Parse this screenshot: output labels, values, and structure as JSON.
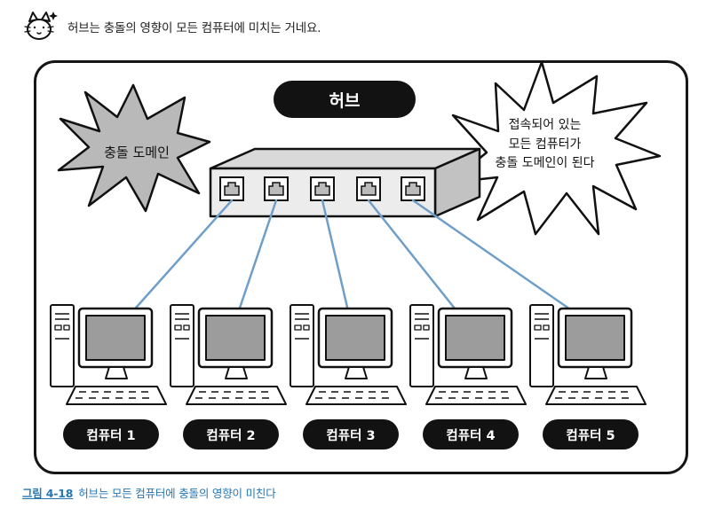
{
  "speech": {
    "text": "허브는 충돌의 영향이 모든 컴퓨터에 미치는 거네요."
  },
  "diagram": {
    "hub_label": "허브",
    "collision_domain_label": "충돌 도메인",
    "callout_text": "접속되어 있는\n모든 컴퓨터가\n충돌 도메인이 된다",
    "computers": [
      {
        "label": "컴퓨터 1"
      },
      {
        "label": "컴퓨터 2"
      },
      {
        "label": "컴퓨터 3"
      },
      {
        "label": "컴퓨터 4"
      },
      {
        "label": "컴퓨터 5"
      }
    ],
    "colors": {
      "connection_line": "#6f9fc8",
      "starburst_gray": "#b9b9b9",
      "label_background": "#121212",
      "caption_blue": "#2577b5"
    }
  },
  "caption": {
    "figure_label": "그림 4-18",
    "text": "허브는 모든 컴퓨터에 충돌의 영향이 미친다"
  }
}
